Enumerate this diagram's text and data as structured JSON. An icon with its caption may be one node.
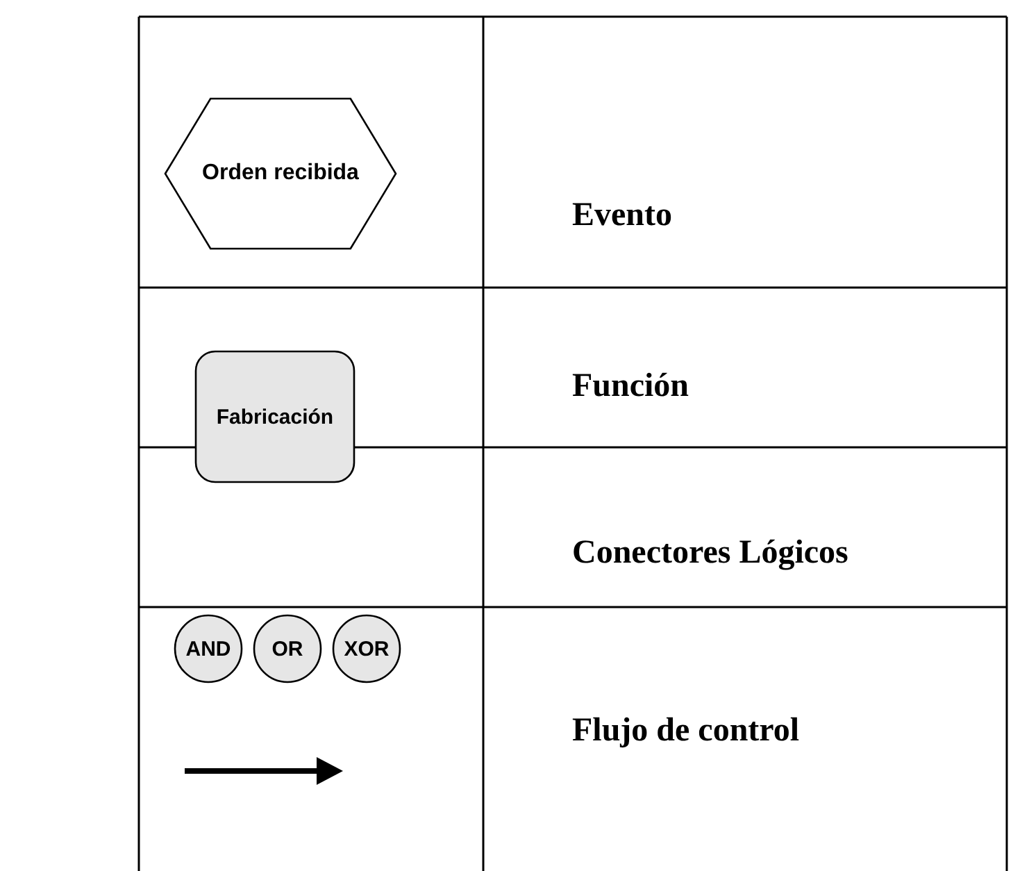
{
  "diagram": {
    "nodes": [
      {
        "text": [
          "Orden recibida"
        ]
      },
      {
        "text": [
          "Fabricación"
        ]
      },
      {
        "text": [
          "AND"
        ]
      },
      {
        "text": [
          "OR"
        ]
      },
      {
        "text": [
          "XOR"
        ]
      }
    ],
    "labels": [
      "Evento",
      "Función",
      "Conectores Lógicos",
      "Flujo de control"
    ]
  }
}
